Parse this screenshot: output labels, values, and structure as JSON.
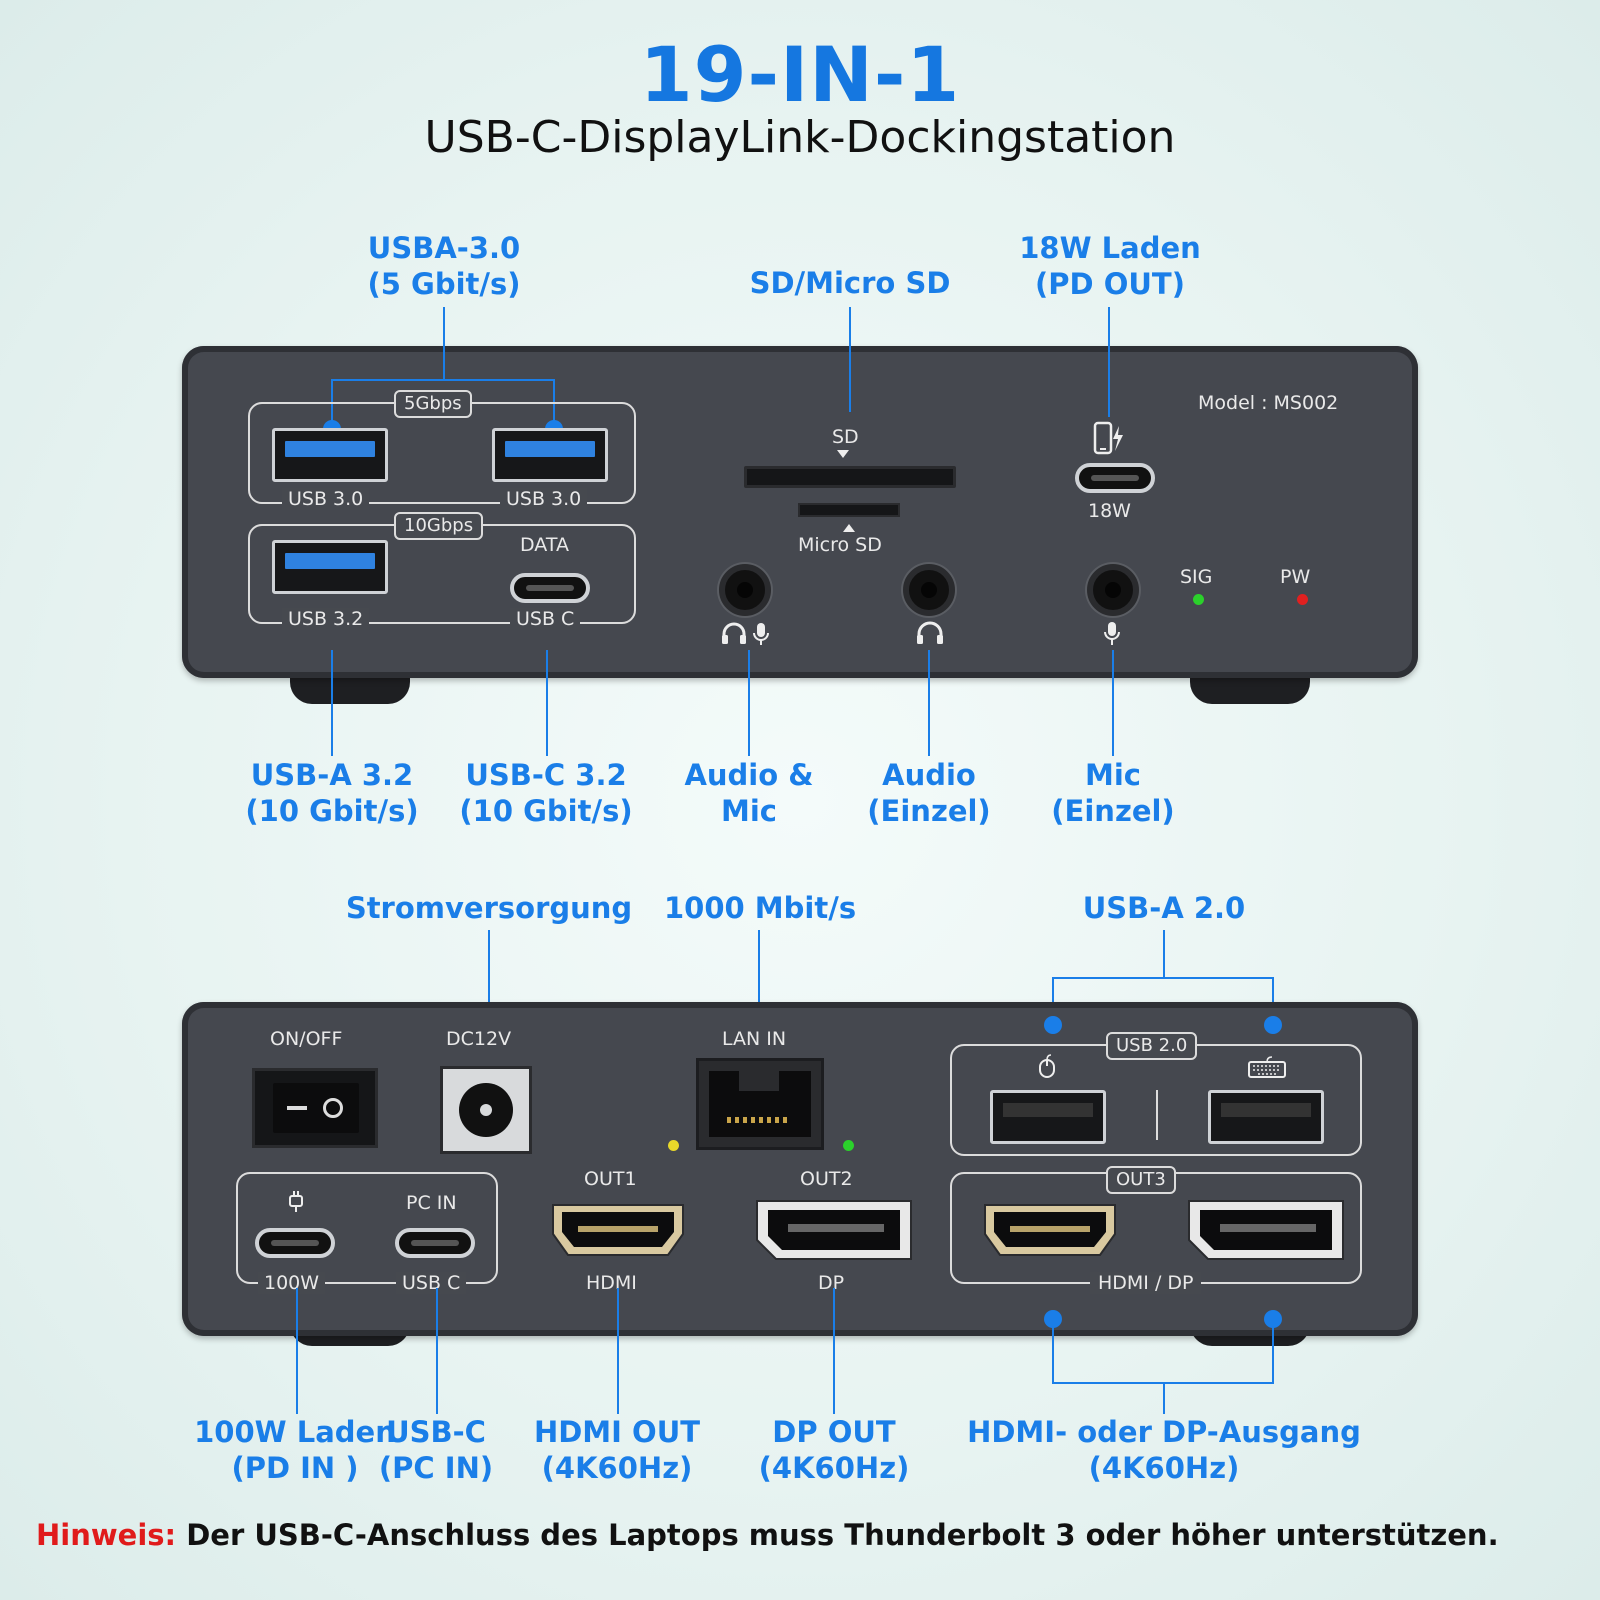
{
  "header": {
    "title": "19-IN-1",
    "subtitle": "USB-C-DisplayLink-Dockingstation"
  },
  "front": {
    "callouts_top": {
      "usba30": [
        "USBA-3.0",
        "(5 Gbit/s)"
      ],
      "sd": [
        "SD/Micro SD"
      ],
      "pd_out": [
        "18W Laden",
        "(PD OUT)"
      ]
    },
    "callouts_bottom": {
      "usba32": [
        "USB-A 3.2",
        "(10 Gbit/s)"
      ],
      "usbc32": [
        "USB-C 3.2",
        "(10 Gbit/s)"
      ],
      "audio_mic": [
        "Audio &",
        "Mic"
      ],
      "audio": [
        "Audio",
        "(Einzel)"
      ],
      "mic": [
        "Mic",
        "(Einzel)"
      ]
    },
    "device_labels": {
      "model": "Model : MS002",
      "group_5g": "5Gbps",
      "usb30_a": "USB 3.0",
      "usb30_b": "USB 3.0",
      "group_10g": "10Gbps",
      "data": "DATA",
      "usb32": "USB 3.2",
      "usbc": "USB C",
      "sd": "SD",
      "microsd": "Micro SD",
      "w18": "18W",
      "sig": "SIG",
      "pw": "PW"
    }
  },
  "back": {
    "callouts_top": {
      "power": [
        "Stromversorgung"
      ],
      "lan": [
        "1000 Mbit/s"
      ],
      "usba20": [
        "USB-A 2.0"
      ]
    },
    "callouts_bottom": {
      "pd_in": [
        "100W Laden",
        "(PD IN )"
      ],
      "pc_in": [
        "USB-C",
        "(PC IN)"
      ],
      "hdmi_out": [
        "HDMI OUT",
        "(4K60Hz)"
      ],
      "dp_out": [
        "DP OUT",
        "(4K60Hz)"
      ],
      "hdmi_dp": [
        "HDMI- oder DP-Ausgang",
        "(4K60Hz)"
      ]
    },
    "device_labels": {
      "onoff": "ON/OFF",
      "dc12v": "DC12V",
      "lanin": "LAN IN",
      "usb20": "USB 2.0",
      "pcin": "PC IN",
      "w100": "100W",
      "usbc": "USB C",
      "out1": "OUT1",
      "hdmi": "HDMI",
      "out2": "OUT2",
      "dp": "DP",
      "out3": "OUT3",
      "hdmidp": "HDMI / DP"
    }
  },
  "note": {
    "label": "Hinweis:",
    "text": " Der USB-C-Anschluss des Laptops muss Thunderbolt 3 oder höher unterstützen."
  },
  "colors": {
    "accent": "#1a7ee8",
    "note_label": "#e01b1b",
    "device": "#45484f",
    "led_sig": "#2bd12b",
    "led_pw": "#e02020",
    "usb3_blue": "#2f82e0"
  },
  "icons": [
    "headset-mic-icon",
    "headphones-icon",
    "microphone-icon",
    "phone-charge-icon",
    "mouse-icon",
    "keyboard-icon",
    "plug-icon"
  ]
}
